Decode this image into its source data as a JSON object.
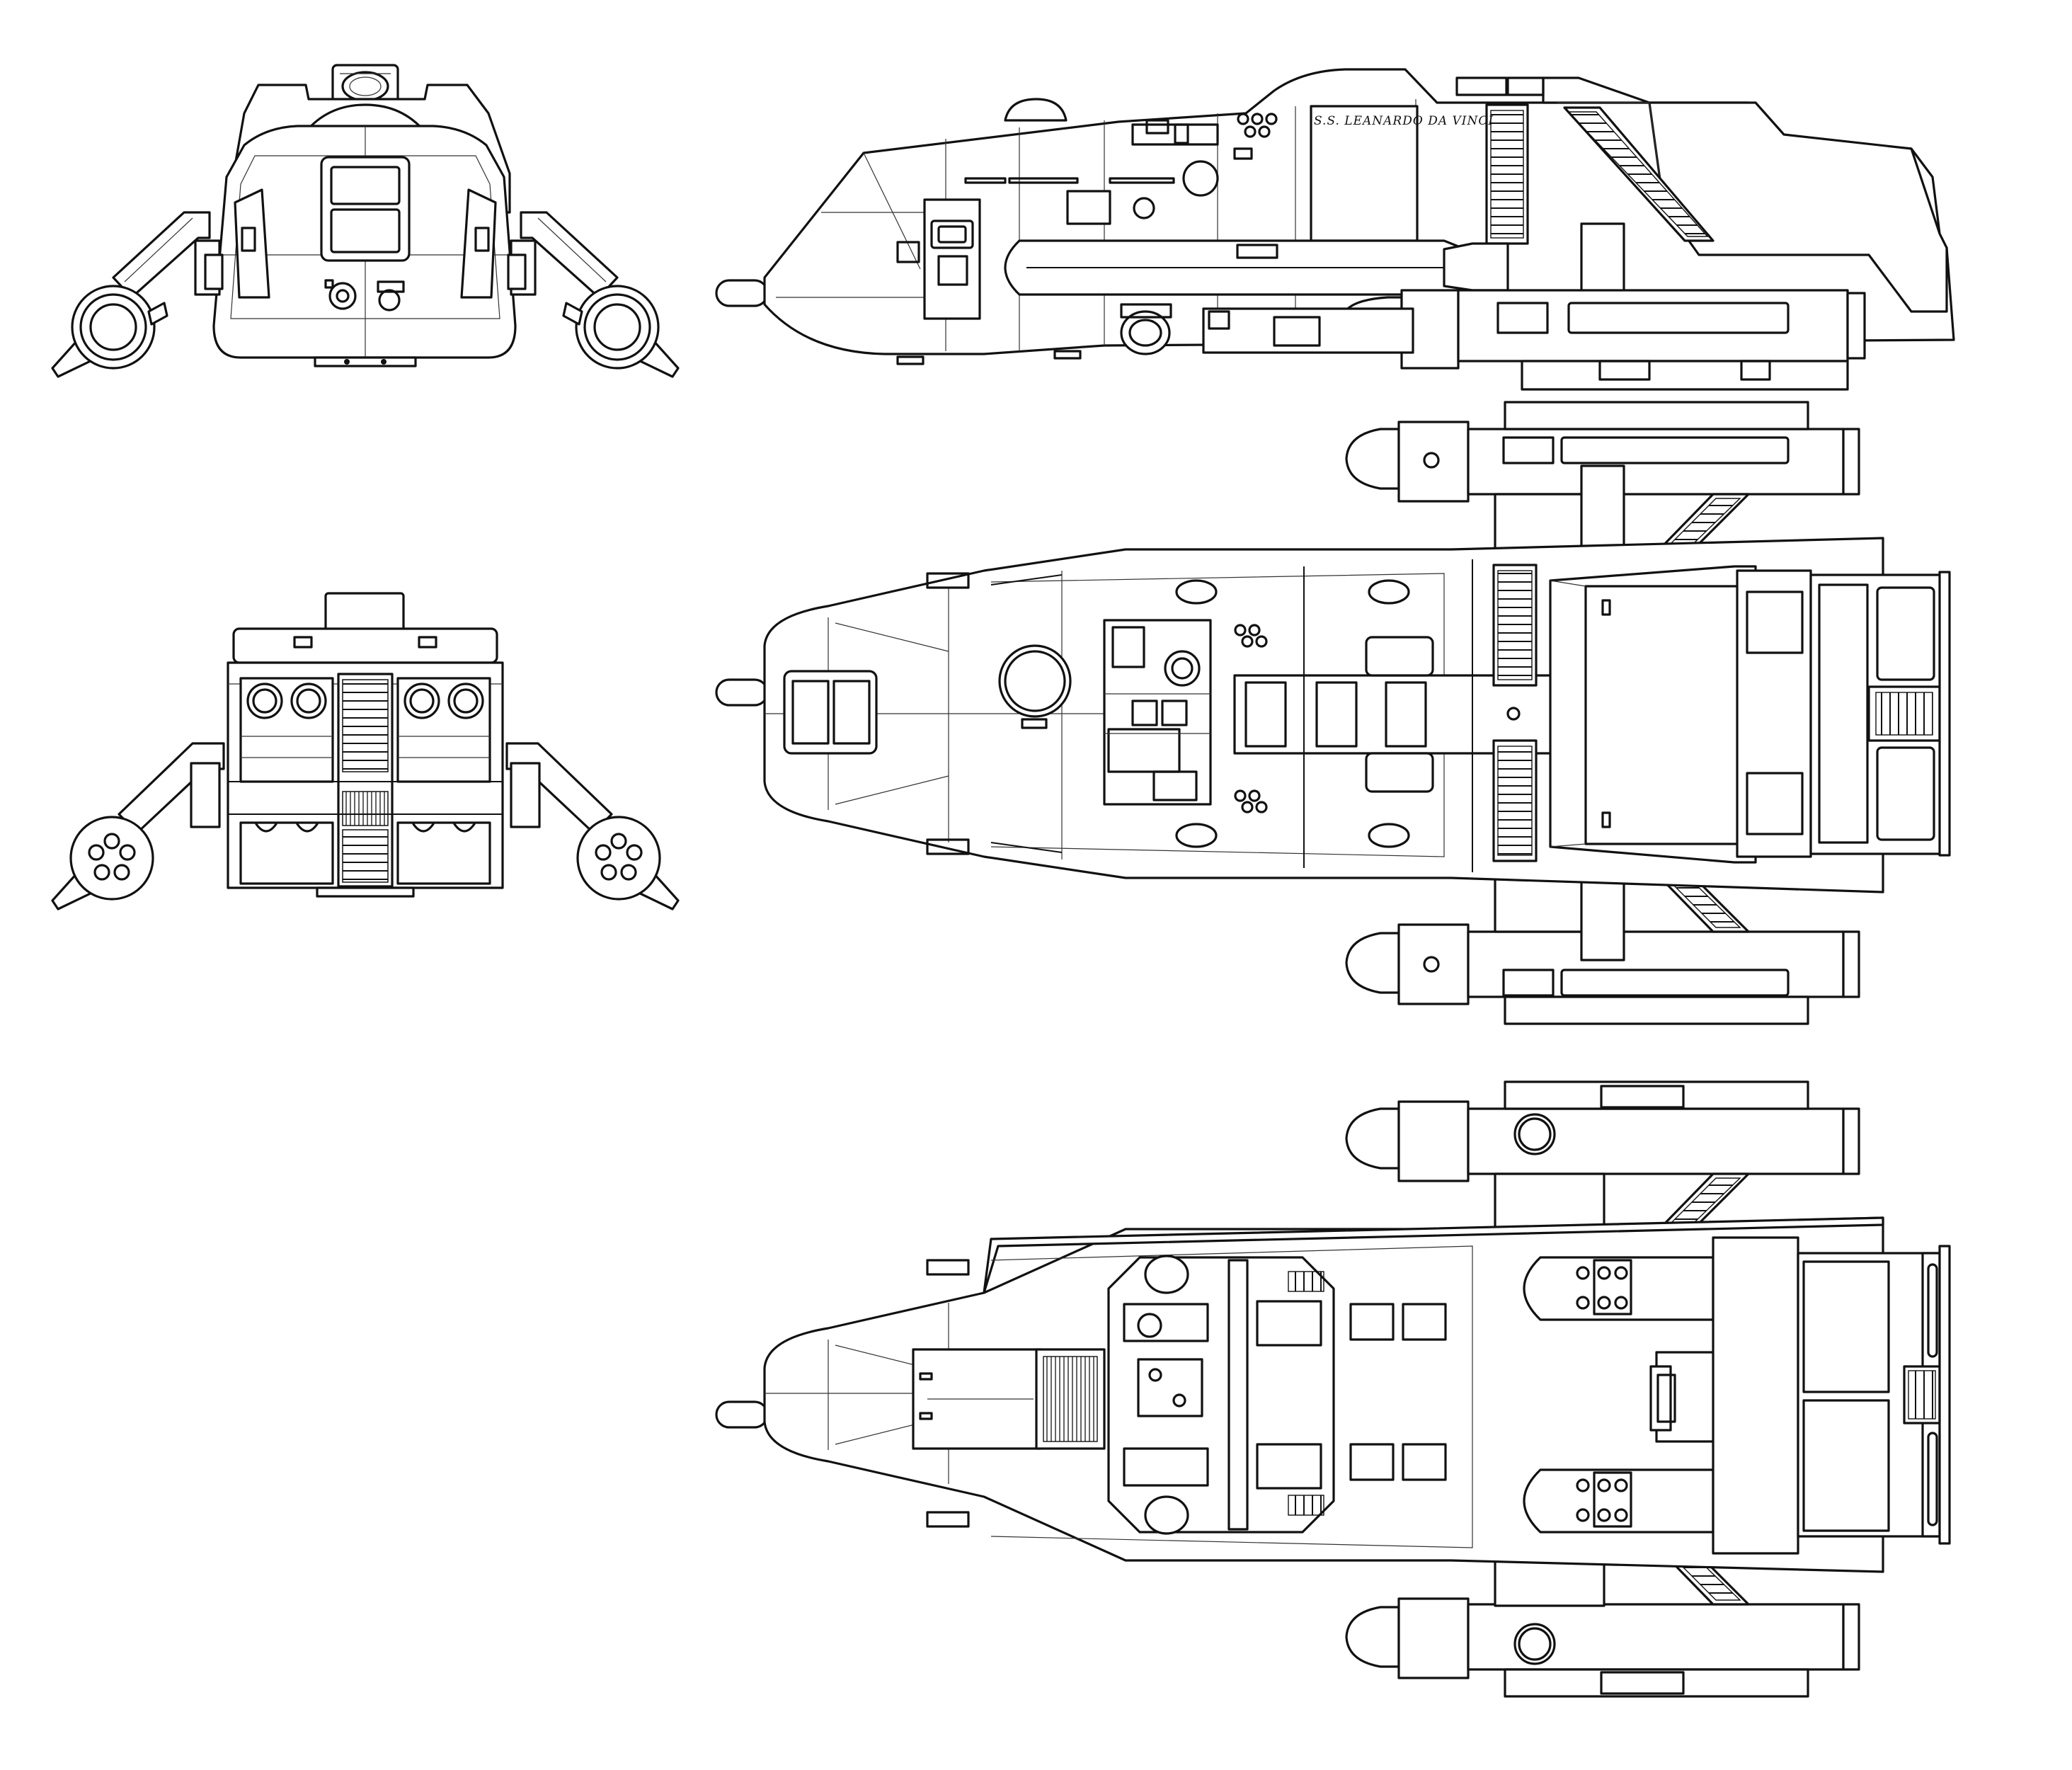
{
  "drawing": {
    "ship_name": "S.S. LEANARDO DA VINCI",
    "colors": {
      "ink": "#111111",
      "paper": "#ffffff",
      "panel_lines": "#333333"
    }
  },
  "views": [
    {
      "id": "front"
    },
    {
      "id": "rear"
    },
    {
      "id": "port-side"
    },
    {
      "id": "top"
    },
    {
      "id": "bottom"
    }
  ]
}
